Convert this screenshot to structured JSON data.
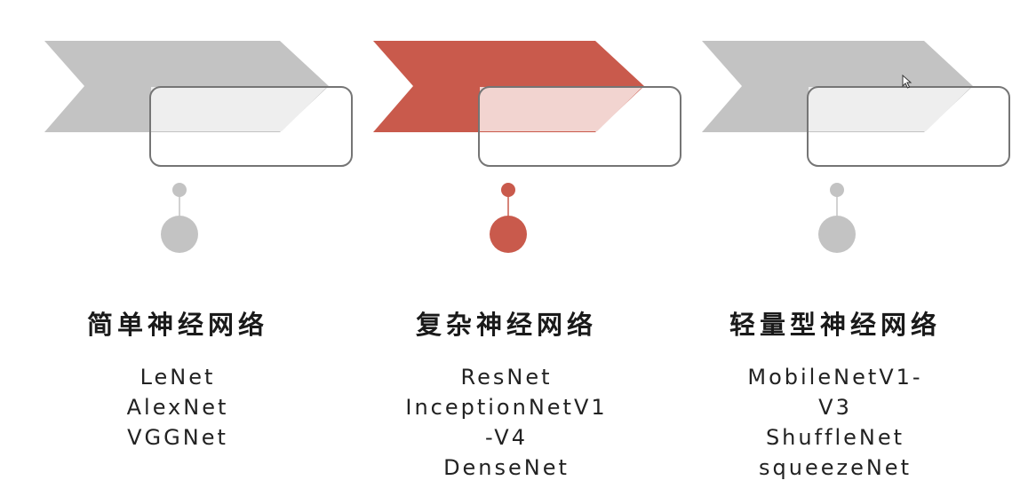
{
  "colors": {
    "gray": "#c3c3c3",
    "gray_light": "#eeeeee",
    "red": "#c95a4c",
    "red_light": "#f2d4d0",
    "box_border": "#757575",
    "text": "#1a1a1a"
  },
  "stages": [
    {
      "title": "简单神经网络",
      "color": "gray",
      "items": [
        "LeNet",
        "AlexNet",
        "VGGNet"
      ]
    },
    {
      "title": "复杂神经网络",
      "color": "red",
      "items": [
        "ResNet",
        "InceptionNetV1",
        "-V4",
        "DenseNet"
      ]
    },
    {
      "title": "轻量型神经网络",
      "color": "gray",
      "items": [
        "MobileNetV1-",
        "V3",
        "ShuffleNet",
        "squeezeNet"
      ]
    }
  ]
}
